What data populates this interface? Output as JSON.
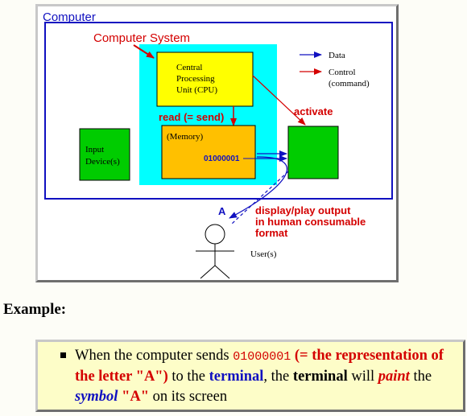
{
  "diagram": {
    "computer_label": "Computer",
    "computer_system_label": "Computer System",
    "cpu_lines": [
      "Central",
      "Processing",
      "Unit (CPU)"
    ],
    "read_label": "read (= send)",
    "memory_label": "(Memory)",
    "memory_value": "01000001",
    "input_device_lines": [
      "Input",
      "Device(s)"
    ],
    "activate_label": "activate",
    "legend": {
      "data_label": "Data",
      "control_lines": [
        "Control",
        "(command)"
      ]
    },
    "symbol_a": "A",
    "display_lines": [
      "display/play output",
      "in human consumable",
      "format"
    ],
    "users_label": "User(s)",
    "colors": {
      "blue": "#1010c0",
      "red": "#d40000",
      "cyan": "#00ffff",
      "cpu_yellow": "#ffff00",
      "memory_orange": "#ffc000",
      "green": "#00cc00"
    }
  },
  "example": {
    "heading": "Example:",
    "bullet": {
      "p1": "When the computer sends ",
      "code": "01000001",
      "p2": " ",
      "red_text": "(= the representation of the letter \"A\")",
      "p3": " to the ",
      "terminal1": "terminal",
      "p4": ", the ",
      "terminal2": "terminal",
      "p5": " will ",
      "paint": "paint",
      "p6": " the ",
      "symbol": "symbol",
      "p7": " ",
      "quoted_a": "\"A\"",
      "p8": " on its screen"
    }
  }
}
